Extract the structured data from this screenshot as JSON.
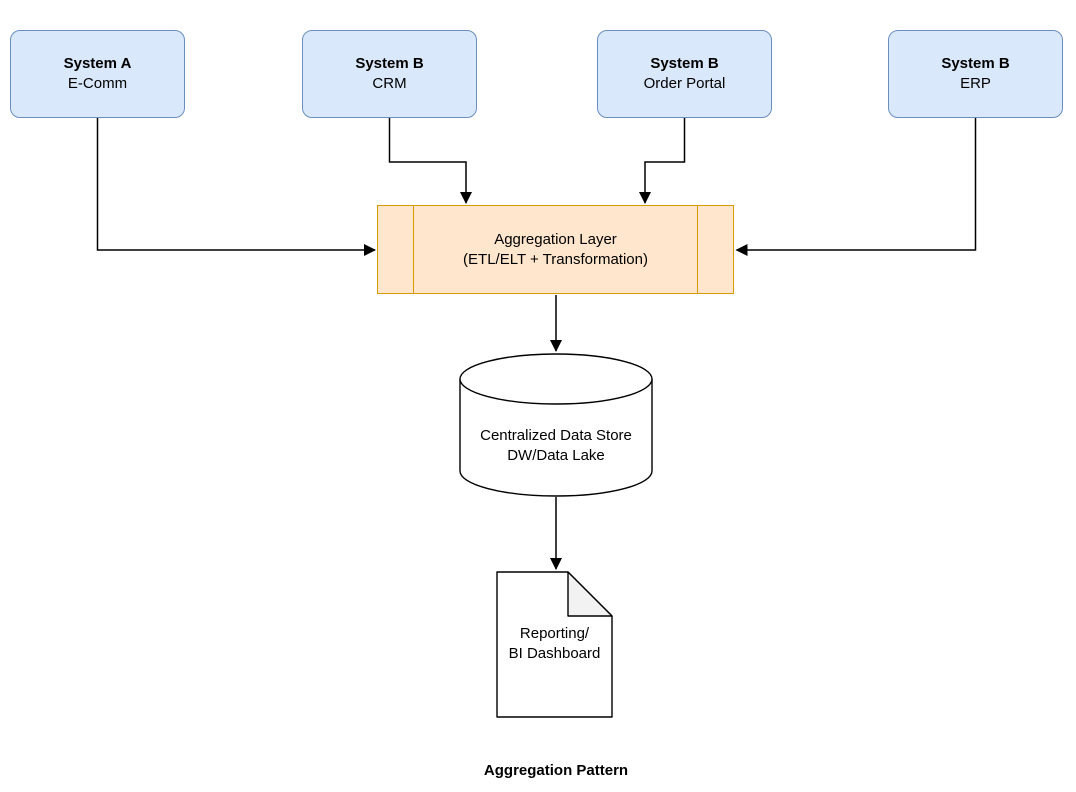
{
  "diagram": {
    "caption": "Aggregation Pattern",
    "sources": [
      {
        "title": "System A",
        "subtitle": "E-Comm"
      },
      {
        "title": "System B",
        "subtitle": "CRM"
      },
      {
        "title": "System B",
        "subtitle": "Order Portal"
      },
      {
        "title": "System B",
        "subtitle": "ERP"
      }
    ],
    "aggregation": {
      "line1": "Aggregation Layer",
      "line2": "(ETL/ELT + Transformation)"
    },
    "data_store": {
      "line1": "Centralized Data Store",
      "line2": "DW/Data Lake"
    },
    "reporting": {
      "line1": "Reporting/",
      "line2": "BI Dashboard"
    },
    "edges": [
      {
        "from": "System A E-Comm",
        "to": "Aggregation Layer",
        "arrow": "right-into-left-edge"
      },
      {
        "from": "System B CRM",
        "to": "Aggregation Layer",
        "arrow": "down-into-top-edge"
      },
      {
        "from": "System B Order Portal",
        "to": "Aggregation Layer",
        "arrow": "down-into-top-edge"
      },
      {
        "from": "System B ERP",
        "to": "Aggregation Layer",
        "arrow": "left-into-right-edge"
      },
      {
        "from": "Aggregation Layer",
        "to": "Centralized Data Store",
        "arrow": "down"
      },
      {
        "from": "Centralized Data Store",
        "to": "Reporting/BI Dashboard",
        "arrow": "down"
      }
    ],
    "colors": {
      "source_fill": "#dae8fc",
      "source_stroke": "#6c8ebf",
      "aggregation_fill": "#ffe6cc",
      "aggregation_stroke": "#d79b00",
      "shape_fill": "#ffffff",
      "shape_stroke": "#000000",
      "fold_fill": "#f2f2f2",
      "connector": "#000000"
    }
  }
}
